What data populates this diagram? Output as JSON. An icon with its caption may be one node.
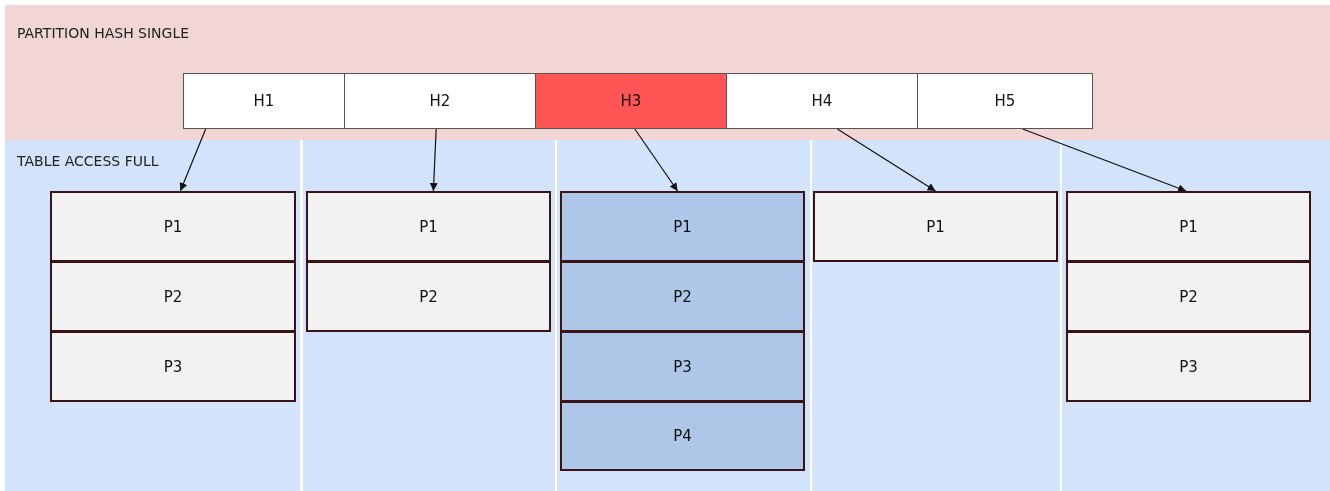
{
  "diagram": {
    "nodes": [
      {
        "text": [
          "PARTITION HASH SINGLE"
        ]
      },
      {
        "text": [
          "H1"
        ],
        "in": 0
      },
      {
        "text": [
          "H2"
        ],
        "in": 0
      },
      {
        "text": [
          "H3"
        ],
        "in": 0
      },
      {
        "text": [
          "H4"
        ],
        "in": 0
      },
      {
        "text": [
          "H5"
        ],
        "in": 0
      },
      {
        "text": [
          "TABLE ACCESS FULL"
        ]
      },
      {
        "text": [
          "P1"
        ],
        "in": 6
      },
      {
        "text": [
          "P2"
        ],
        "in": 6
      },
      {
        "text": [
          "P3"
        ],
        "in": 6
      },
      {
        "text": [
          "P1"
        ],
        "in": 6
      },
      {
        "text": [
          "P2"
        ],
        "in": 6
      },
      {
        "text": [
          "P1"
        ],
        "in": 6
      },
      {
        "text": [
          "P2"
        ],
        "in": 6
      },
      {
        "text": [
          "P3"
        ],
        "in": 6
      },
      {
        "text": [
          "P4"
        ],
        "in": 6
      },
      {
        "text": [
          "P1"
        ],
        "in": 6
      },
      {
        "text": [
          "P1"
        ],
        "in": 6
      },
      {
        "text": [
          "P2"
        ],
        "in": 6
      },
      {
        "text": [
          "P3"
        ],
        "in": 6
      }
    ],
    "edges": [
      {
        "from": 1,
        "to": 7,
        "arrow": "to"
      },
      {
        "from": 2,
        "to": 10,
        "arrow": "to"
      },
      {
        "from": 3,
        "to": 12,
        "arrow": "to"
      },
      {
        "from": 4,
        "to": 16,
        "arrow": "to"
      },
      {
        "from": 5,
        "to": 17,
        "arrow": "to"
      }
    ]
  }
}
